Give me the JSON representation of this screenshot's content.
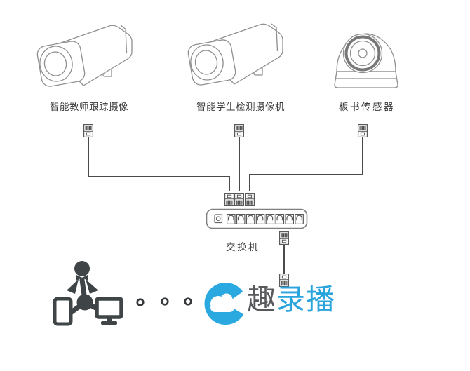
{
  "diagram": {
    "devices": [
      {
        "label": "智能教师跟踪摄像",
        "type": "box-camera",
        "connector": "rj45"
      },
      {
        "label": "智能学生检测摄像机",
        "type": "box-camera",
        "connector": "rj45"
      },
      {
        "label": "板书传感器",
        "type": "dome-camera",
        "connector": "rj45"
      }
    ],
    "switch": {
      "label": "交换机",
      "port_count": 8,
      "uplink_connector": "rj45"
    },
    "ellipsis_dot_count": 3,
    "client_icon": "person-with-phone-and-monitor",
    "logo": {
      "text_dark": "趣",
      "text_blue": "录播"
    }
  },
  "colors": {
    "logo_blue": "#29a9e0",
    "logo_text_blue": "#2aa4dc",
    "logo_text_dark": "#58595b",
    "icon_dark": "#3f4447",
    "wire": "#4a4a4a",
    "line_art": "#8c8c8c",
    "label_text": "#3a3a3a"
  }
}
